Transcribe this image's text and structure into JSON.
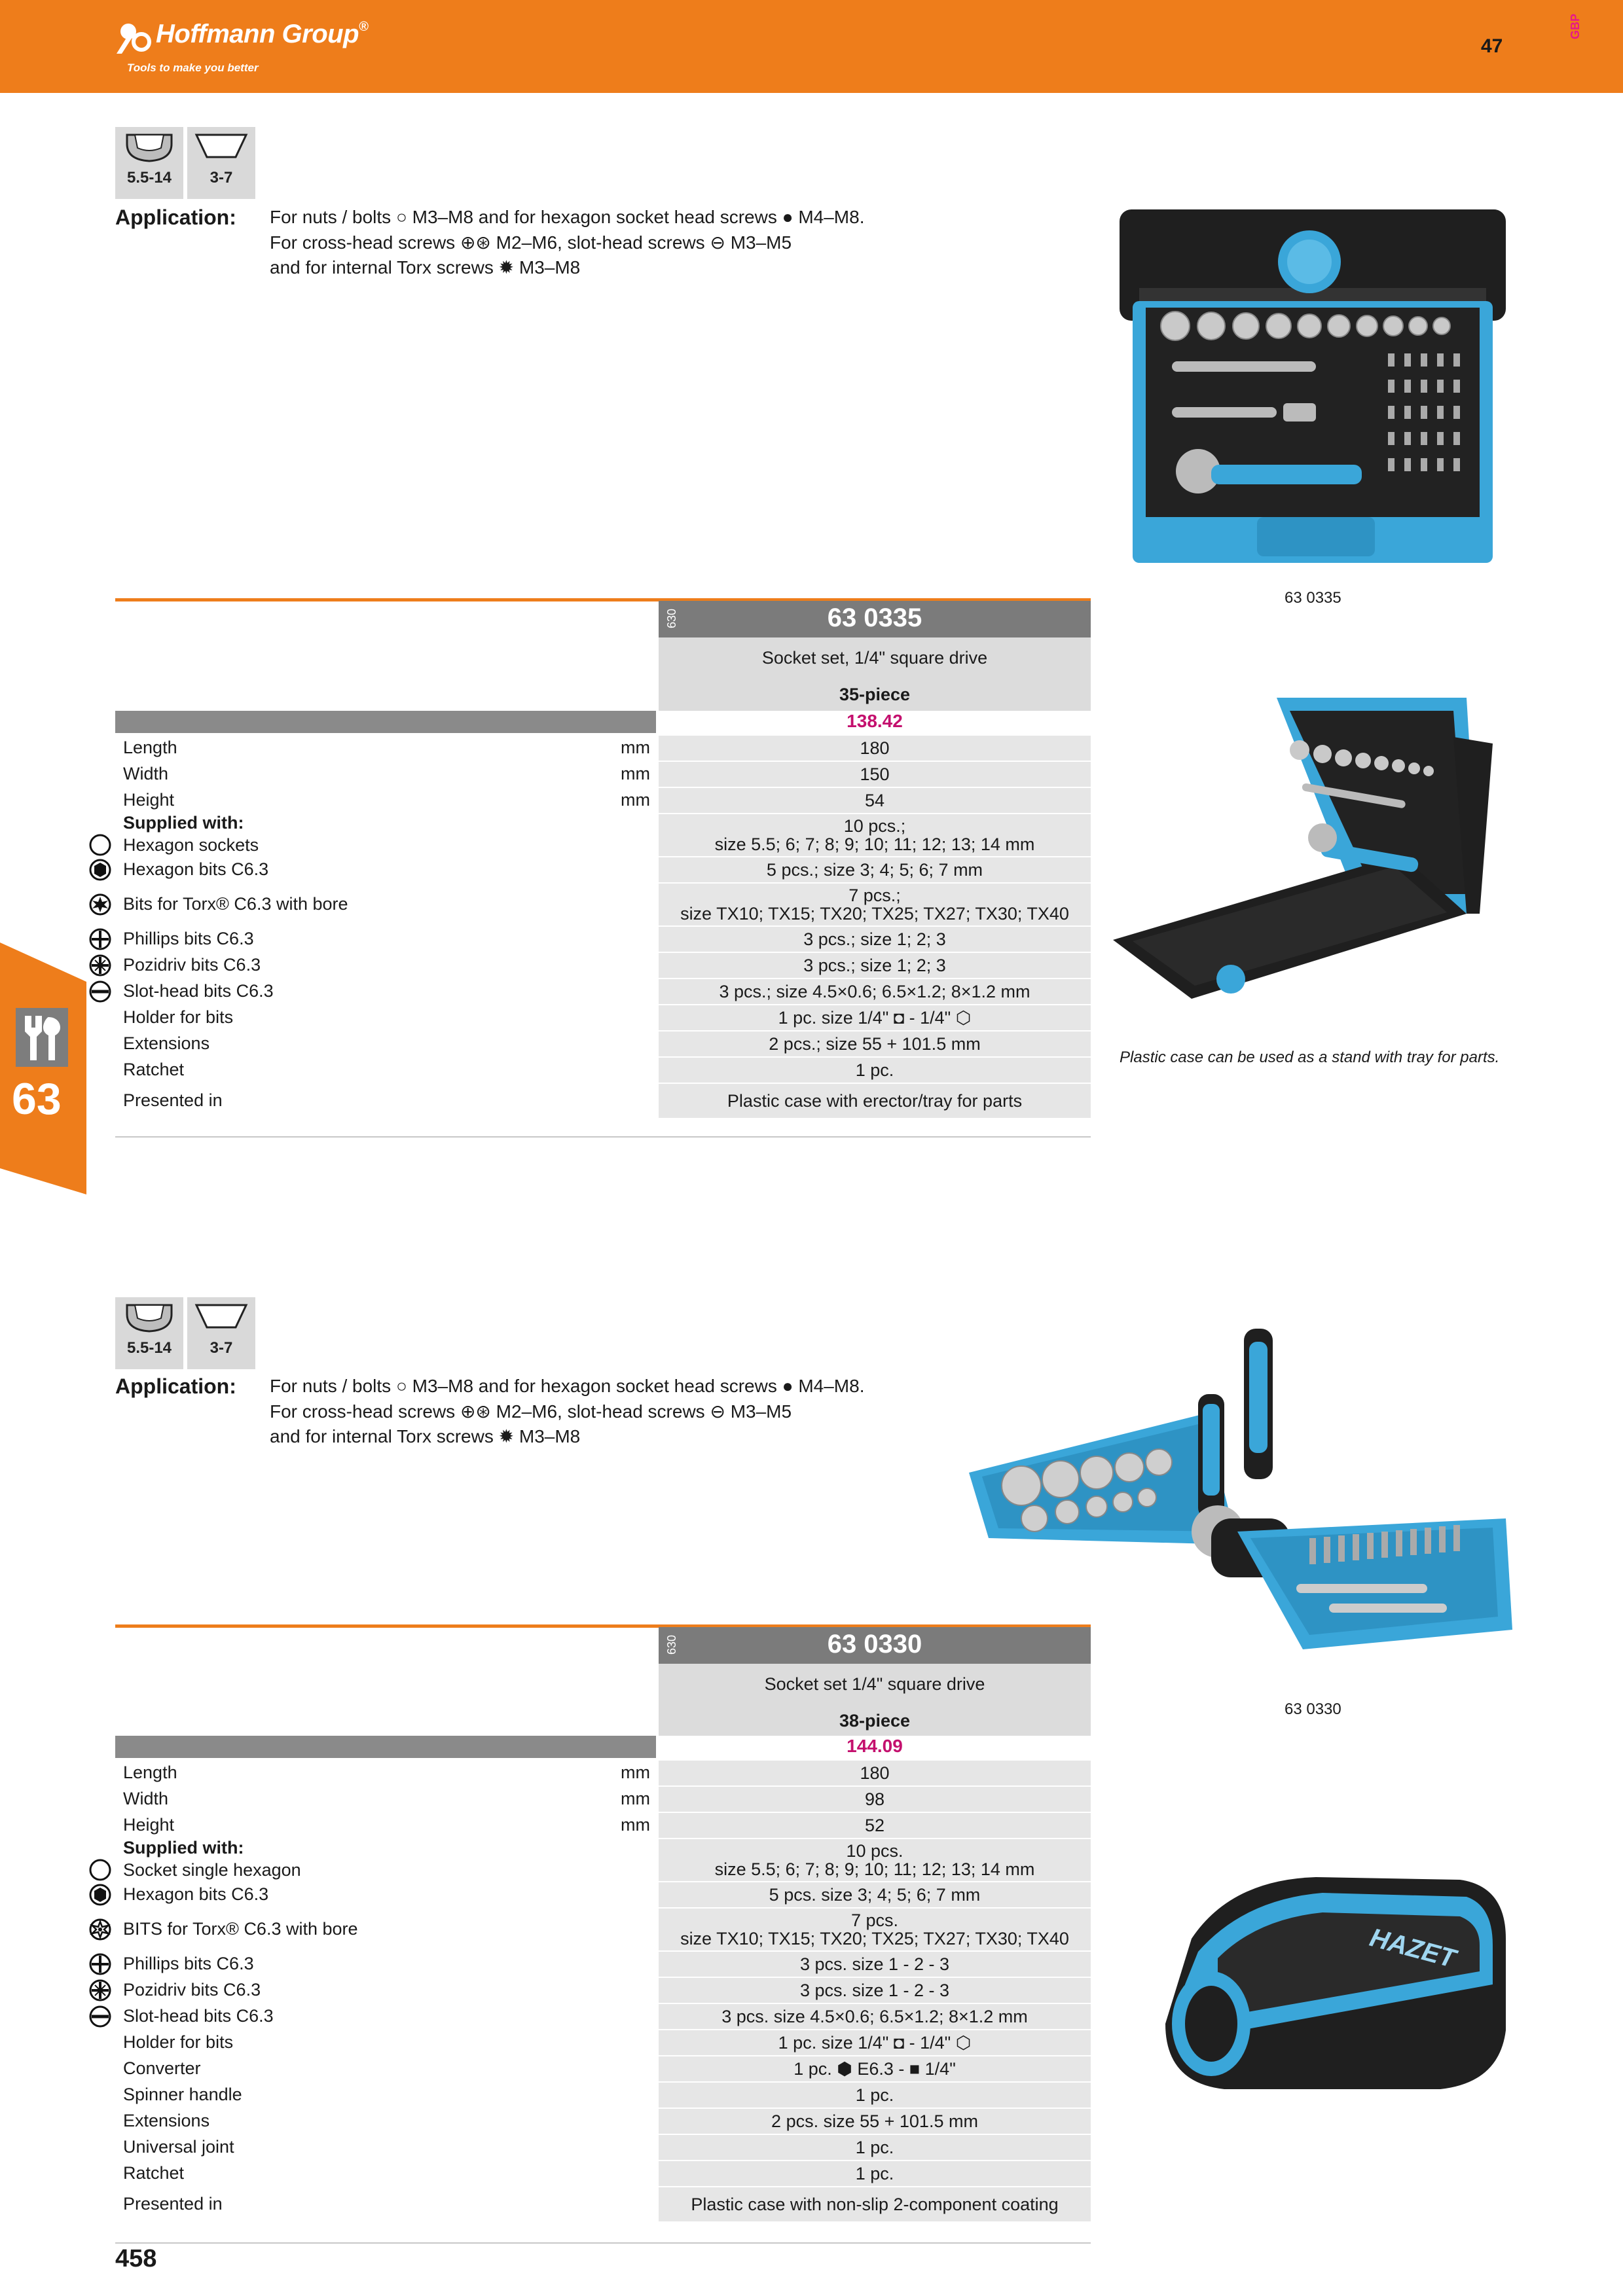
{
  "header": {
    "brand": "Hoffmann Group",
    "brand_reg": "®",
    "tagline": "Tools to make you better",
    "page_ref": "47",
    "lang": "GBP",
    "brand_color": "#ee7d1b"
  },
  "chapter": {
    "number": "63",
    "icon": "tools-icon"
  },
  "page_number": "458",
  "products": [
    {
      "drive_sizes": [
        "5.5-14",
        "3-7"
      ],
      "application_label": "Application:",
      "application_lines": [
        "For nuts / bolts ○ M3–M8 and for hexagon socket head screws ● M4–M8.",
        "For cross-head screws ⊕⊛ M2–M6, slot-head screws ⊖ M3–M5",
        "and for internal Torx screws ✹ M3–M8"
      ],
      "series": "630",
      "number": "63 0335",
      "title": "Socket set, 1/4\" square drive",
      "pieces": "35-piece",
      "price": "138.42",
      "image_caption": "63 0335",
      "image2_caption": "Plastic case can be used as a stand with tray for parts.",
      "rows": [
        {
          "label": "Length",
          "unit": "mm",
          "value": [
            "180"
          ],
          "sym": ""
        },
        {
          "label": "Width",
          "unit": "mm",
          "value": [
            "150"
          ],
          "sym": ""
        },
        {
          "label": "Height",
          "unit": "mm",
          "value": [
            "54"
          ],
          "sym": ""
        },
        {
          "label": "Supplied with:",
          "label2": "Hexagon sockets",
          "unit": "",
          "value": [
            "10 pcs.;",
            "size 5.5; 6; 7; 8; 9; 10; 11; 12; 13; 14 mm"
          ],
          "sym": "hex-socket"
        },
        {
          "label": "Hexagon bits C6.3",
          "unit": "",
          "value": [
            "5 pcs.; size 3; 4; 5; 6; 7 mm"
          ],
          "sym": "hex-bit"
        },
        {
          "label": "Bits for Torx® C6.3 with bore",
          "unit": "",
          "value": [
            "7 pcs.;",
            "size TX10; TX15; TX20; TX25; TX27; TX30; TX40"
          ],
          "sym": "torx"
        },
        {
          "label": "Phillips bits C6.3",
          "unit": "",
          "value": [
            "3 pcs.; size 1; 2; 3"
          ],
          "sym": "phillips"
        },
        {
          "label": "Pozidriv bits C6.3",
          "unit": "",
          "value": [
            "3 pcs.; size 1; 2; 3"
          ],
          "sym": "pozidriv"
        },
        {
          "label": "Slot-head bits C6.3",
          "unit": "",
          "value": [
            "3 pcs.; size 4.5×0.6; 6.5×1.2; 8×1.2 mm"
          ],
          "sym": "slot"
        },
        {
          "label": "Holder for bits",
          "unit": "",
          "value": [
            "1 pc. size 1/4\" ◘ - 1/4\" ⬡"
          ],
          "sym": ""
        },
        {
          "label": "Extensions",
          "unit": "",
          "value": [
            "2 pcs.; size 55 + 101.5 mm"
          ],
          "sym": ""
        },
        {
          "label": "Ratchet",
          "unit": "",
          "value": [
            "1 pc."
          ],
          "sym": ""
        },
        {
          "label": "Presented in",
          "unit": "",
          "value": [
            "Plastic case with erector/tray for parts"
          ],
          "sym": ""
        }
      ]
    },
    {
      "drive_sizes": [
        "5.5-14",
        "3-7"
      ],
      "application_label": "Application:",
      "application_lines": [
        "For nuts / bolts ○ M3–M8 and for hexagon socket head screws ● M4–M8.",
        "For cross-head screws ⊕⊛ M2–M6, slot-head screws ⊖ M3–M5",
        "and for internal Torx screws ✹ M3–M8"
      ],
      "series": "630",
      "number": "63 0330",
      "title": "Socket set 1/4\" square drive",
      "pieces": "38-piece",
      "price": "144.09",
      "image_caption": "63 0330",
      "rows": [
        {
          "label": "Length",
          "unit": "mm",
          "value": [
            "180"
          ],
          "sym": ""
        },
        {
          "label": "Width",
          "unit": "mm",
          "value": [
            "98"
          ],
          "sym": ""
        },
        {
          "label": "Height",
          "unit": "mm",
          "value": [
            "52"
          ],
          "sym": ""
        },
        {
          "label": "Supplied with:",
          "label2": "Socket single hexagon",
          "unit": "",
          "value": [
            "10 pcs.",
            "size 5.5; 6; 7; 8; 9; 10; 11; 12; 13; 14 mm"
          ],
          "sym": "hex-socket"
        },
        {
          "label": "Hexagon bits C6.3",
          "unit": "",
          "value": [
            "5 pcs. size 3; 4; 5; 6; 7 mm"
          ],
          "sym": "hex-bit"
        },
        {
          "label": "BITS for Torx® C6.3 with bore",
          "unit": "",
          "value": [
            "7 pcs.",
            "size TX10; TX15; TX20; TX25; TX27; TX30; TX40"
          ],
          "sym": "torx-bore"
        },
        {
          "label": "Phillips bits C6.3",
          "unit": "",
          "value": [
            "3 pcs. size 1 - 2 - 3"
          ],
          "sym": "phillips"
        },
        {
          "label": "Pozidriv bits C6.3",
          "unit": "",
          "value": [
            "3 pcs. size 1 - 2 - 3"
          ],
          "sym": "pozidriv"
        },
        {
          "label": "Slot-head bits C6.3",
          "unit": "",
          "value": [
            "3 pcs. size 4.5×0.6; 6.5×1.2; 8×1.2 mm"
          ],
          "sym": "slot"
        },
        {
          "label": "Holder for bits",
          "unit": "",
          "value": [
            "1 pc. size 1/4\" ◘ - 1/4\" ⬡"
          ],
          "sym": ""
        },
        {
          "label": "Converter",
          "unit": "",
          "value": [
            "1 pc. ⬢ E6.3 - ■ 1/4\""
          ],
          "sym": ""
        },
        {
          "label": "Spinner handle",
          "unit": "",
          "value": [
            "1 pc."
          ],
          "sym": ""
        },
        {
          "label": "Extensions",
          "unit": "",
          "value": [
            "2 pcs. size 55 + 101.5 mm"
          ],
          "sym": ""
        },
        {
          "label": "Universal joint",
          "unit": "",
          "value": [
            "1 pc."
          ],
          "sym": ""
        },
        {
          "label": "Ratchet",
          "unit": "",
          "value": [
            "1 pc."
          ],
          "sym": ""
        },
        {
          "label": "Presented in",
          "unit": "",
          "value": [
            "Plastic case with non-slip 2-component coating"
          ],
          "sym": ""
        }
      ]
    }
  ]
}
